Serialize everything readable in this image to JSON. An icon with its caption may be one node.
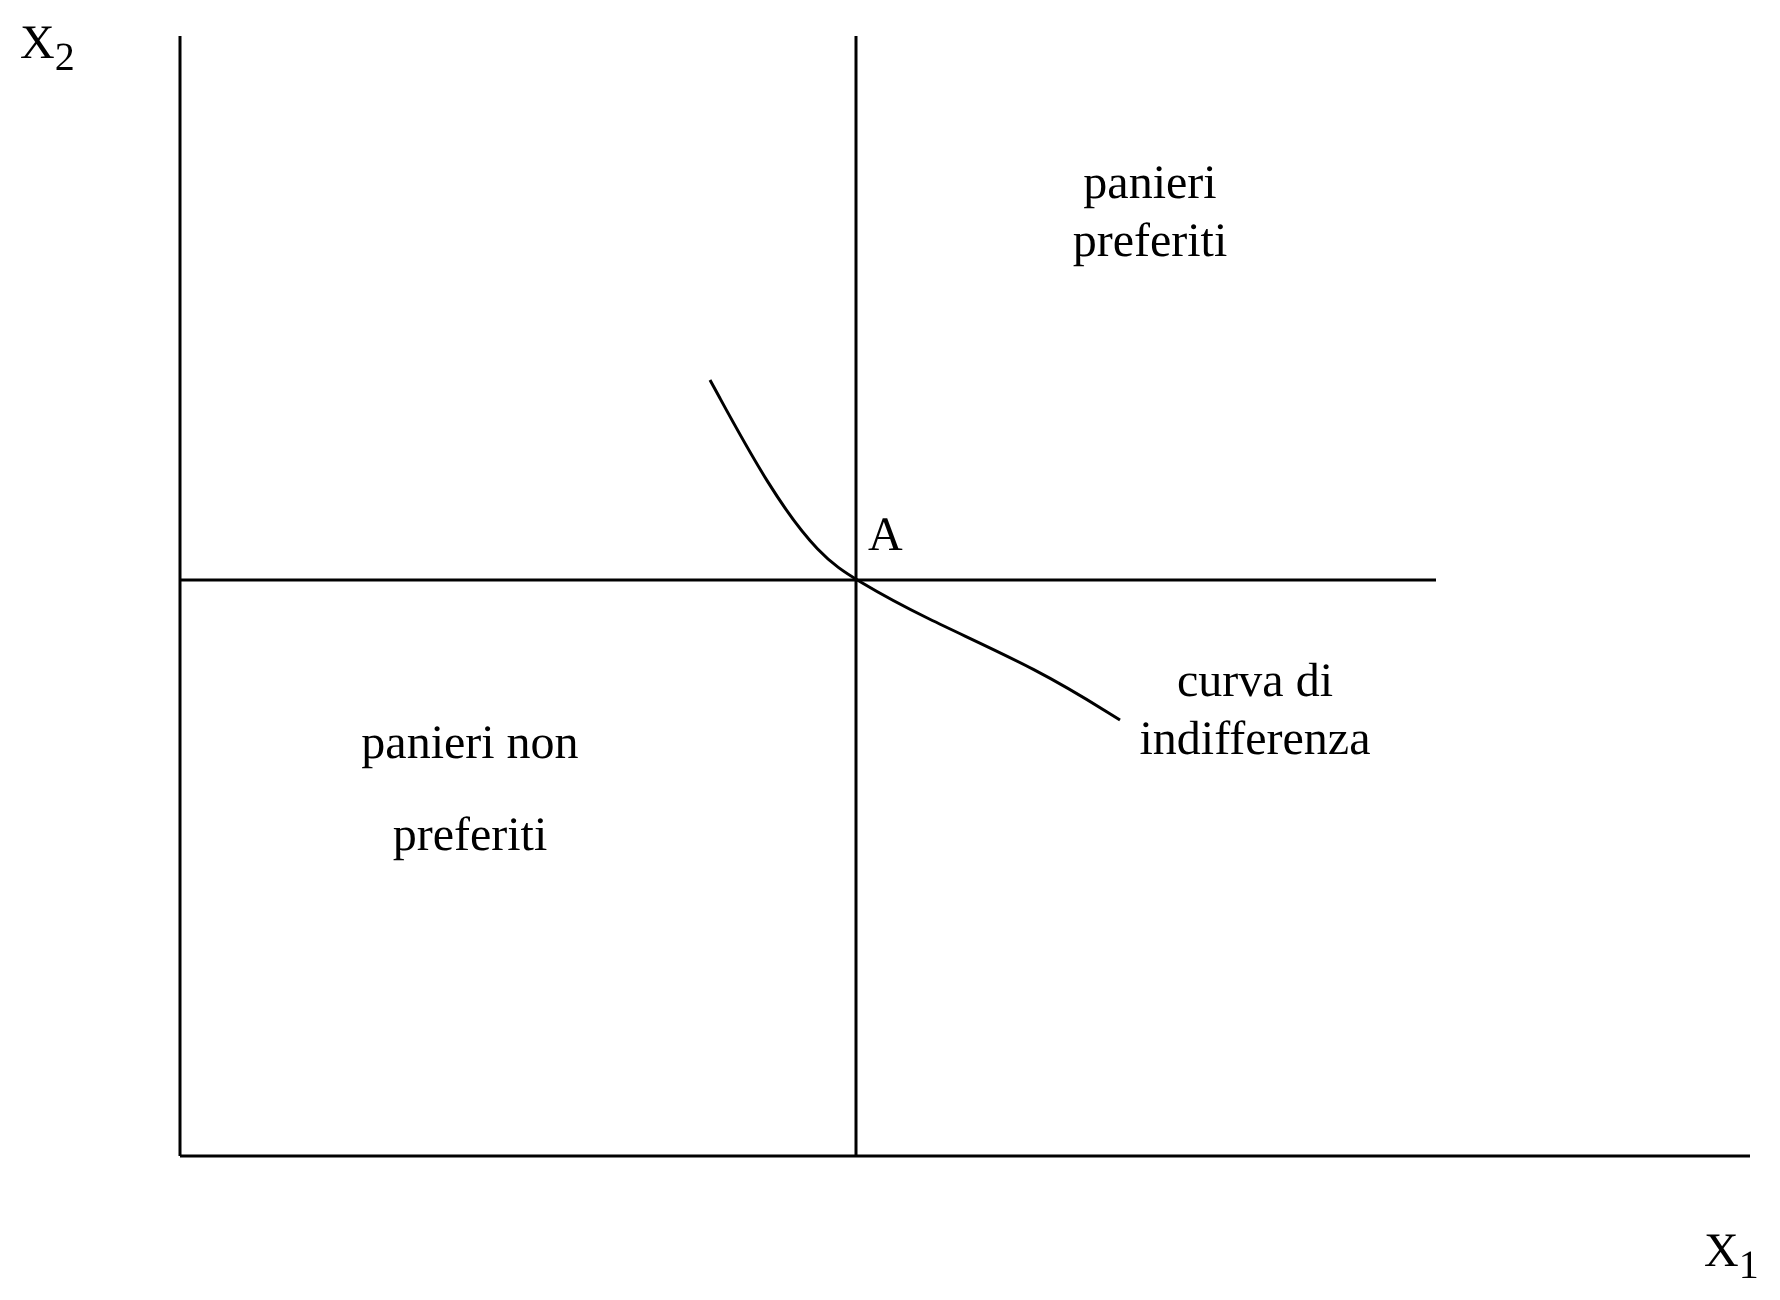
{
  "diagram": {
    "labels": [
      "X$_{2}$",
      "panieri preferiti",
      "A",
      "curva di indifferenza",
      "panieri non preferiti",
      "X$_{1}$"
    ]
  }
}
